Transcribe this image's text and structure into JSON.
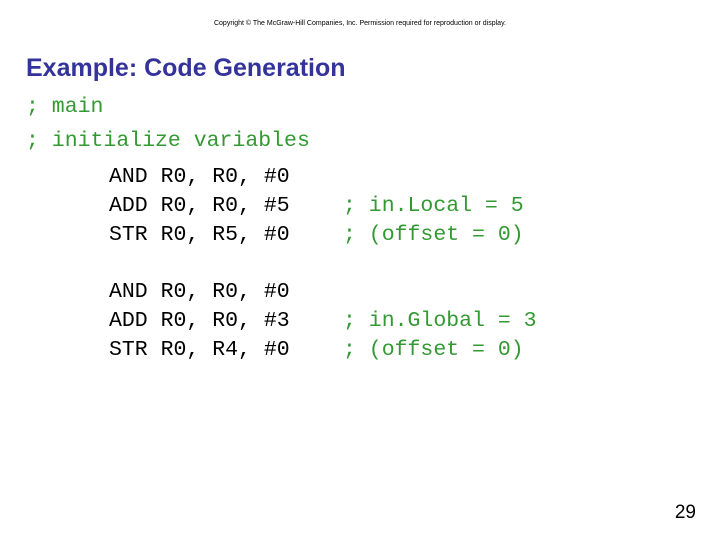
{
  "copyright": "Copyright © The McGraw-Hill Companies, Inc. Permission required for reproduction or display.",
  "title": "Example: Code Generation",
  "comments_top": [
    "; main",
    "; initialize variables"
  ],
  "block1": {
    "code": [
      "AND R0, R0, #0",
      "ADD R0, R0, #5",
      "STR R0, R5, #0"
    ],
    "comments": [
      "",
      "; in.Local = 5",
      "; (offset = 0)"
    ]
  },
  "block2": {
    "code": [
      "AND R0, R0, #0",
      "ADD R0, R0, #3",
      "STR R0, R4, #0"
    ],
    "comments": [
      "",
      "; in.Global = 3",
      "; (offset = 0)"
    ]
  },
  "page_number": "29",
  "colors": {
    "title": "#333399",
    "comment": "#339933",
    "code": "#000000"
  }
}
